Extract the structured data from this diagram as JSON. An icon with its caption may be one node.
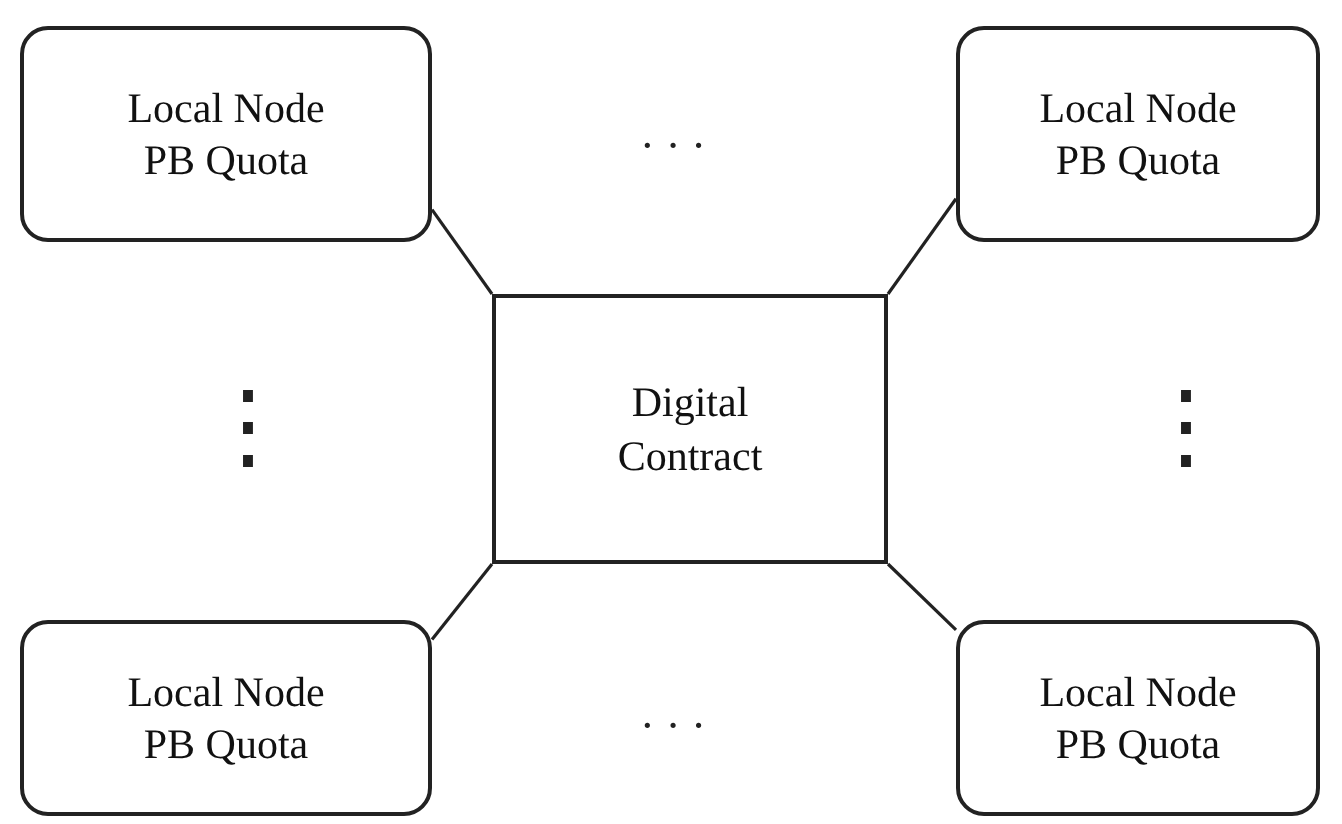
{
  "diagram": {
    "nodes": [
      {
        "text": [
          "Local Node PB Quota"
        ]
      },
      {
        "text": [
          "Local Node PB Quota"
        ]
      },
      {
        "text": [
          "Digital Contract"
        ]
      },
      {
        "text": [
          "Local Node PB Quota"
        ]
      },
      {
        "text": [
          "Local Node PB Quota"
        ]
      }
    ],
    "edges": [
      {
        "from": 0,
        "to": 2,
        "arrow": "none"
      },
      {
        "from": 1,
        "to": 2,
        "arrow": "none"
      },
      {
        "from": 3,
        "to": 2,
        "arrow": "none"
      },
      {
        "from": 4,
        "to": 2,
        "arrow": "none"
      }
    ],
    "labels": [
      "· · ·",
      "⋮",
      "⋮",
      "· · ·"
    ]
  }
}
